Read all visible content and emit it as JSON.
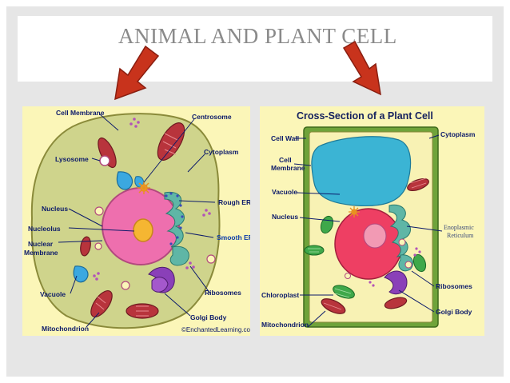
{
  "slide": {
    "title": "ANIMAL AND PLANT CELL",
    "colors": {
      "frame": "#e6e6e6",
      "title": "#8a8a8a",
      "arrow": "#c8331c"
    }
  },
  "animal_cell": {
    "labels": {
      "cell_membrane": "Cell Membrane",
      "centrosome": "Centrosome",
      "lysosome": "Lysosome",
      "cytoplasm": "Cytoplasm",
      "nucleus": "Nucleus",
      "rough_er": "Rough ER",
      "nucleolus": "Nucleolus",
      "nuclear": "Nuclear",
      "membrane": "Membrane",
      "smooth_er": "Smooth ER",
      "vacuole": "Vacuole",
      "ribosomes": "Ribosomes",
      "mitochondrion": "Mitochondrion",
      "golgi_body": "Golgi Body",
      "copyright": "©EnchantedLearning.co"
    }
  },
  "plant_cell": {
    "title": "Cross-Section of a Plant Cell",
    "labels": {
      "cell_wall": "Cell Wall",
      "cytoplasm": "Cytoplasm",
      "cell": "Cell",
      "membrane": "Membrane",
      "vacuole": "Vacuole",
      "nucleus": "Nucleus",
      "endoplasmic": "Enoplasmic",
      "reticulum": "Reticulum",
      "ribosomes": "Ribosomes",
      "chloroplast": "Chloroplast",
      "golgi_body": "Golgi Body",
      "mitochondrion": "Mitochondrion"
    }
  }
}
